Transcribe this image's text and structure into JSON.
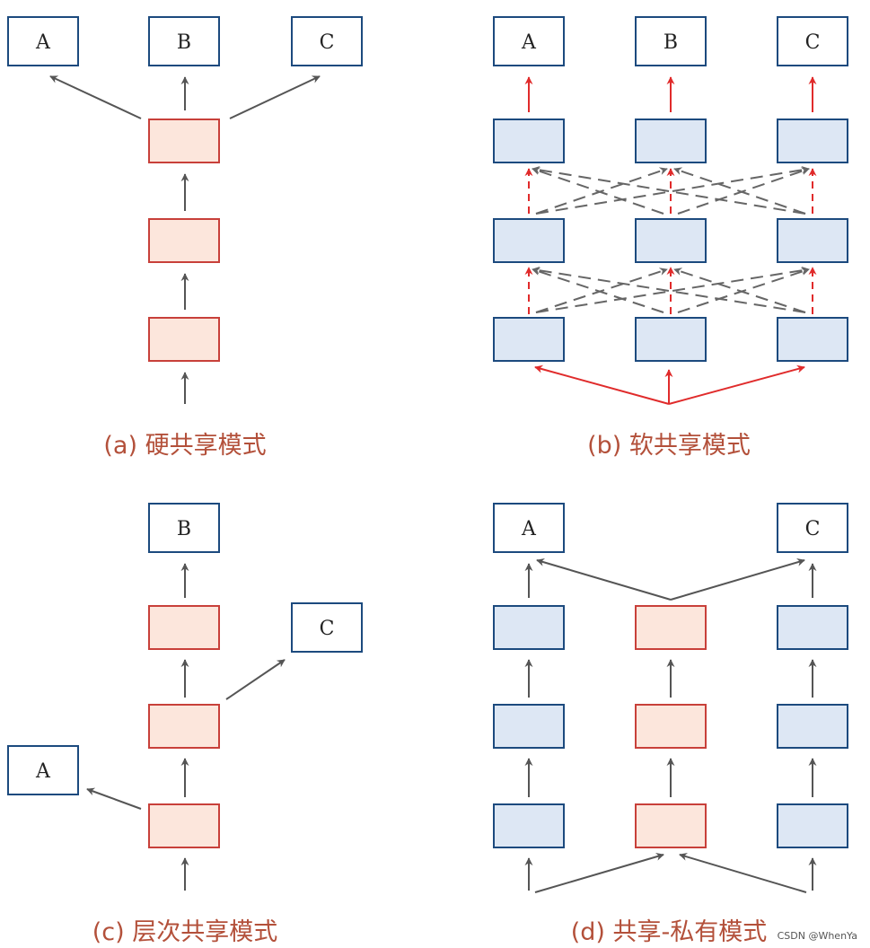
{
  "colors": {
    "output_border": "#1c4a7e",
    "shared_fill": "#fce6dc",
    "shared_border": "#c8403a",
    "private_fill": "#dde7f4",
    "private_border": "#1c4a7e",
    "arrow_gray": "#555555",
    "arrow_red": "#e02b2b",
    "dashed_gray": "#666666",
    "caption": "#b3503a"
  },
  "panels": {
    "a": {
      "caption": "(a) 硬共享模式",
      "outputs": [
        "A",
        "B",
        "C"
      ]
    },
    "b": {
      "caption": "(b) 软共享模式",
      "outputs": [
        "A",
        "B",
        "C"
      ]
    },
    "c": {
      "caption": "(c) 层次共享模式",
      "outputs": [
        "B",
        "C",
        "A"
      ]
    },
    "d": {
      "caption": "(d) 共享-私有模式",
      "outputs": [
        "A",
        "C"
      ]
    }
  },
  "watermark": "CSDN @WhenYa"
}
